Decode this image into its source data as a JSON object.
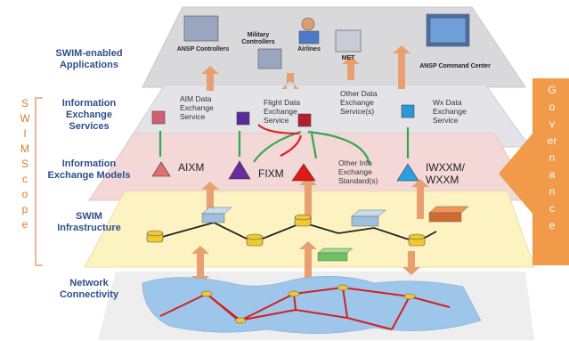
{
  "layers": {
    "applications": "SWIM-enabled Applications",
    "services": "Information Exchange Services",
    "models": "Information Exchange Models",
    "infrastructure": "SWIM Infrastructure",
    "network": "Network Connectivity"
  },
  "side_vertical_text": "SWIM Scope",
  "governance_text": "Governance",
  "applications": {
    "ansp_controllers": "ANSP Controllers",
    "military_controllers": "Military Controllers",
    "airlines": "Airlines",
    "met": "MET",
    "ansp_command_center": "ANSP Command Center"
  },
  "services": {
    "aim": "AIM Data Exchange Service",
    "flight": "Flight Data Exchange Service",
    "other": "Other Data Exchange Service(s)",
    "wx": "Wx Data Exchange Service"
  },
  "models": {
    "aixm": "AIXM",
    "fixm": "FIXM",
    "other": "Other Info Exchange Standard(s)",
    "iwxxm": "IWXXM/ WXXM"
  },
  "colors": {
    "orange": "#e8a070",
    "governance": "#f09a4a",
    "green": "#2eaa4a",
    "red": "#e02020",
    "purple": "#6a2aa0",
    "blue": "#2aa0e0",
    "pink": "#d05060"
  }
}
